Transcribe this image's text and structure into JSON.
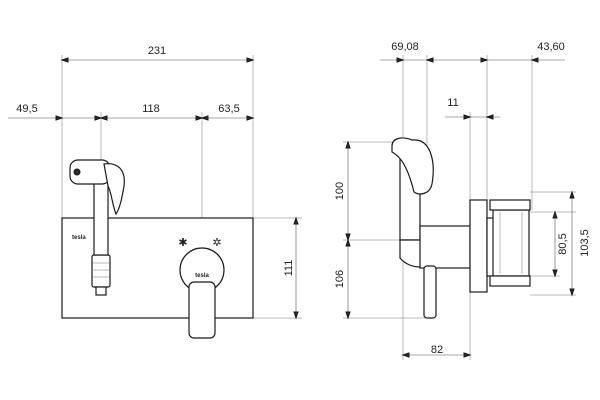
{
  "front_view": {
    "dimensions": {
      "overall_width": "231",
      "left_offset": "49,5",
      "center_spacing": "118",
      "right_offset": "63,5",
      "plate_height": "111"
    },
    "plate_logo": "tesla",
    "handle_logo": "tesla"
  },
  "side_view": {
    "dimensions": {
      "projection_left": "69,08",
      "projection_right": "43,60",
      "plate_thickness": "11",
      "upper_height": "100",
      "lower_height": "106",
      "body_depth": "82",
      "box_height_inner": "80,5",
      "box_height_outer": "103,5"
    }
  }
}
